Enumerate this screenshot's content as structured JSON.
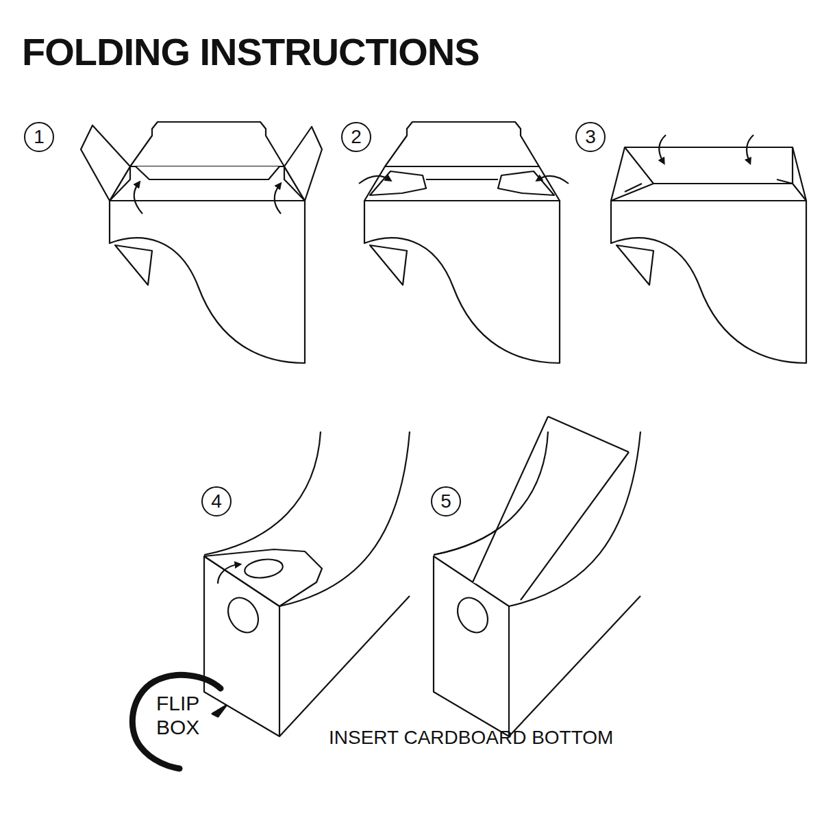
{
  "diagram": {
    "title": "FOLDING INSTRUCTIONS",
    "nodes": [
      {
        "text": [
          "1"
        ]
      },
      {
        "text": [
          "2"
        ]
      },
      {
        "text": [
          "3"
        ]
      },
      {
        "text": [
          "4"
        ]
      },
      {
        "text": [
          "5"
        ]
      }
    ],
    "labels": [
      "FLIP BOX",
      "INSERT CARDBOARD BOTTOM"
    ]
  }
}
